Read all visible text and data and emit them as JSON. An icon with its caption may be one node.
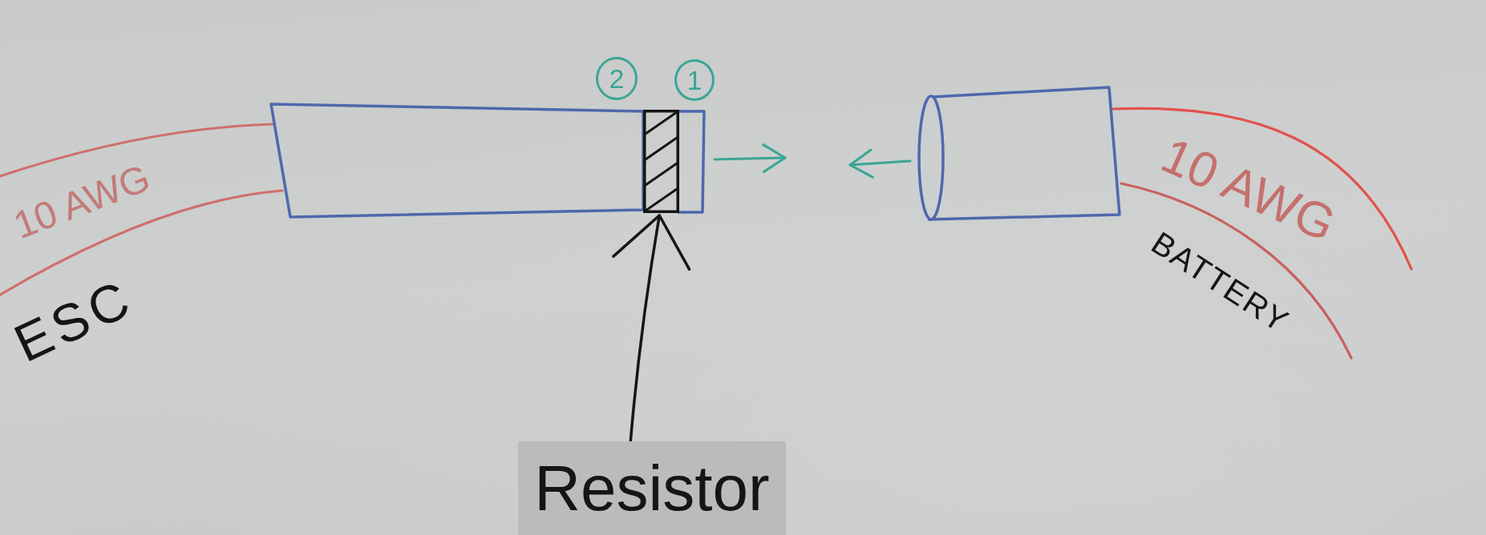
{
  "diagram": {
    "nodes": [
      {
        "text": [
          "Resistor"
        ]
      },
      {
        "text": [],
        "shape": "bar"
      }
    ],
    "edges": [
      {
        "from": 0,
        "to": 1,
        "arrow": "to"
      }
    ],
    "labels": [
      "2",
      "1",
      "10 AWG",
      "ESC",
      "10 AWG",
      "BATTERY"
    ]
  }
}
